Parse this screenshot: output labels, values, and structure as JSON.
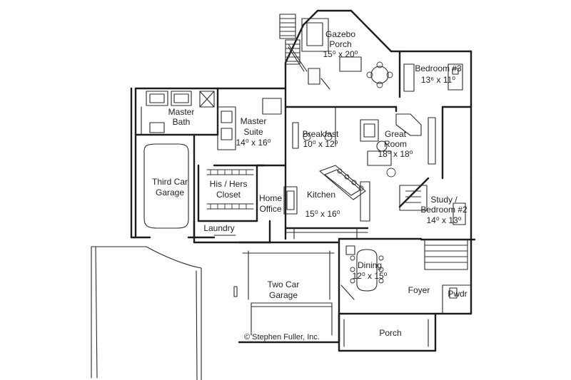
{
  "rooms": {
    "gazebo_porch": {
      "name_line1": "Gazebo",
      "name_line2": "Porch",
      "dims": "15⁰ x 20⁰"
    },
    "bedroom3": {
      "name": "Bedroom #3",
      "dims": "13⁶ x 11⁰"
    },
    "master_bath": {
      "name_line1": "Master",
      "name_line2": "Bath"
    },
    "master_suite": {
      "name_line1": "Master",
      "name_line2": "Suite",
      "dims": "14⁰ x 16⁰"
    },
    "breakfast": {
      "name": "Breakfast",
      "dims": "10⁰ x 12⁰"
    },
    "great_room": {
      "name_line1": "Great",
      "name_line2": "Room",
      "dims": "18⁰ x 18⁰"
    },
    "third_car_garage": {
      "name_line1": "Third Car",
      "name_line2": "Garage"
    },
    "closet": {
      "name_line1": "His / Hers",
      "name_line2": "Closet"
    },
    "home_office": {
      "name_line1": "Home",
      "name_line2": "Office"
    },
    "kitchen": {
      "name": "Kitchen",
      "dims": "15⁰ x 16⁰"
    },
    "study": {
      "name_line1": "Study /",
      "name_line2": "Bedroom #2",
      "dims": "14⁰ x 13⁰"
    },
    "laundry": {
      "name": "Laundry"
    },
    "two_car_garage": {
      "name_line1": "Two Car",
      "name_line2": "Garage"
    },
    "dining": {
      "name": "Dining",
      "dims": "12⁰ x 15⁰"
    },
    "foyer": {
      "name": "Foyer"
    },
    "powder": {
      "name": "Pwdr"
    },
    "porch": {
      "name": "Porch"
    }
  },
  "copyright": "© Stephen Fuller, Inc."
}
